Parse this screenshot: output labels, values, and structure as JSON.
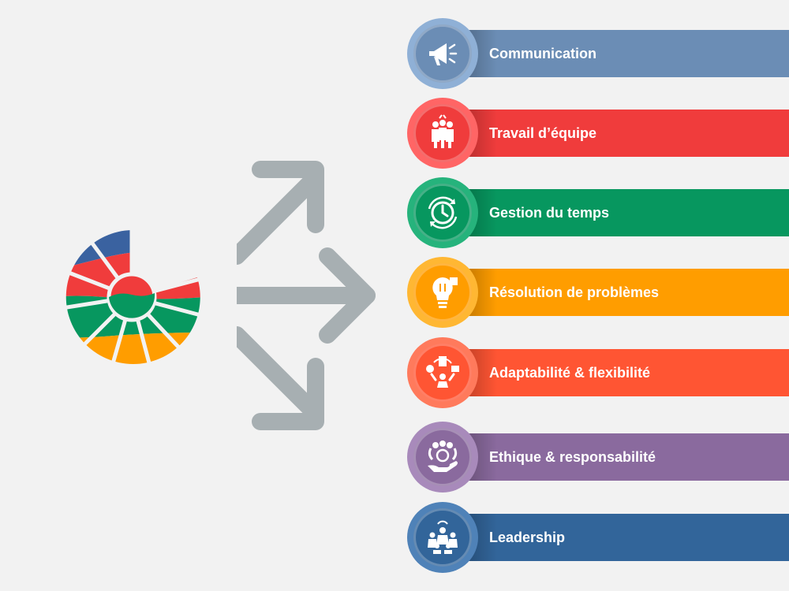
{
  "skills": [
    {
      "label": "Communication",
      "icon": "megaphone-icon",
      "color": "#6b8db5",
      "ring": "#8fb0d6"
    },
    {
      "label": "Travail d’équipe",
      "icon": "team-high-five-icon",
      "color": "#f03c3c",
      "ring": "#ff6565"
    },
    {
      "label": "Gestion du temps",
      "icon": "clock-cycle-icon",
      "color": "#07975f",
      "ring": "#26b37c"
    },
    {
      "label": "Résolution de problèmes",
      "icon": "lightbulb-puzzle-icon",
      "color": "#ff9d00",
      "ring": "#ffb733"
    },
    {
      "label": "Adaptabilité & flexibilité",
      "icon": "person-tasks-icon",
      "color": "#ff5533",
      "ring": "#ff7a5c"
    },
    {
      "label": "Ethique & responsabilité",
      "icon": "hand-people-icon",
      "color": "#8a6a9e",
      "ring": "#a88abb"
    },
    {
      "label": "Leadership",
      "icon": "leader-group-icon",
      "color": "#32659a",
      "ring": "#4f82b8"
    }
  ],
  "logo": {
    "colors": [
      "#3a62a0",
      "#f03c3c",
      "#07975f",
      "#ff9d00"
    ]
  },
  "arrows": {
    "color": "#a7afb2"
  }
}
